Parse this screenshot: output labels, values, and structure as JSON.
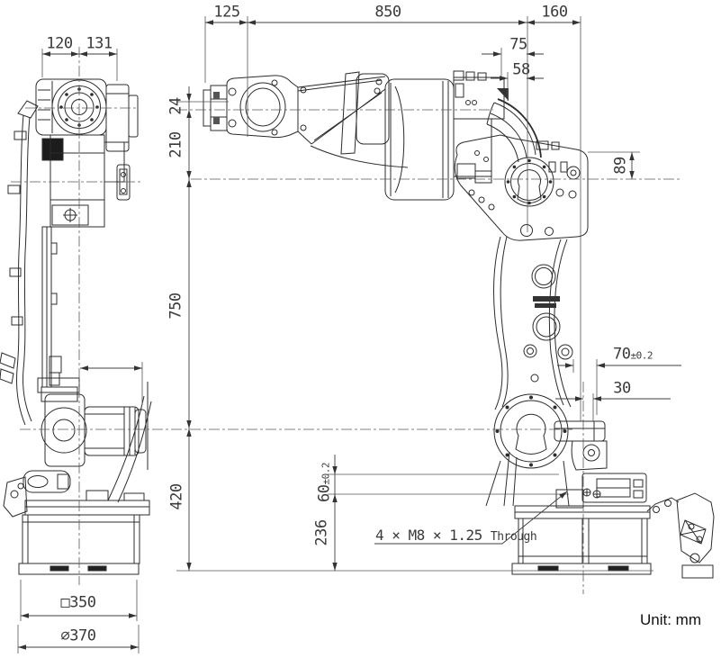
{
  "drawing": {
    "type": "robot-arm-dimension-drawing",
    "unit_label": "Unit: mm",
    "colors": {
      "line": "#2c2c2c",
      "dim": "#3f3f3f",
      "background": "#ffffff"
    }
  },
  "dims": {
    "d120": "120",
    "d131": "131",
    "d125": "125",
    "d850": "850",
    "d160": "160",
    "d75": "75",
    "d58": "58",
    "d24": "24",
    "d210": "210",
    "d750": "750",
    "d420": "420",
    "d89": "89",
    "d70": "70",
    "d70_tol": "±0.2",
    "d30": "30",
    "d60": "60",
    "d60_tol": "±0.2",
    "d236": "236",
    "d350": "□350",
    "d370": "∅370",
    "m8_note": "4 × M8 × 1.25",
    "m8_suffix": "Through"
  }
}
